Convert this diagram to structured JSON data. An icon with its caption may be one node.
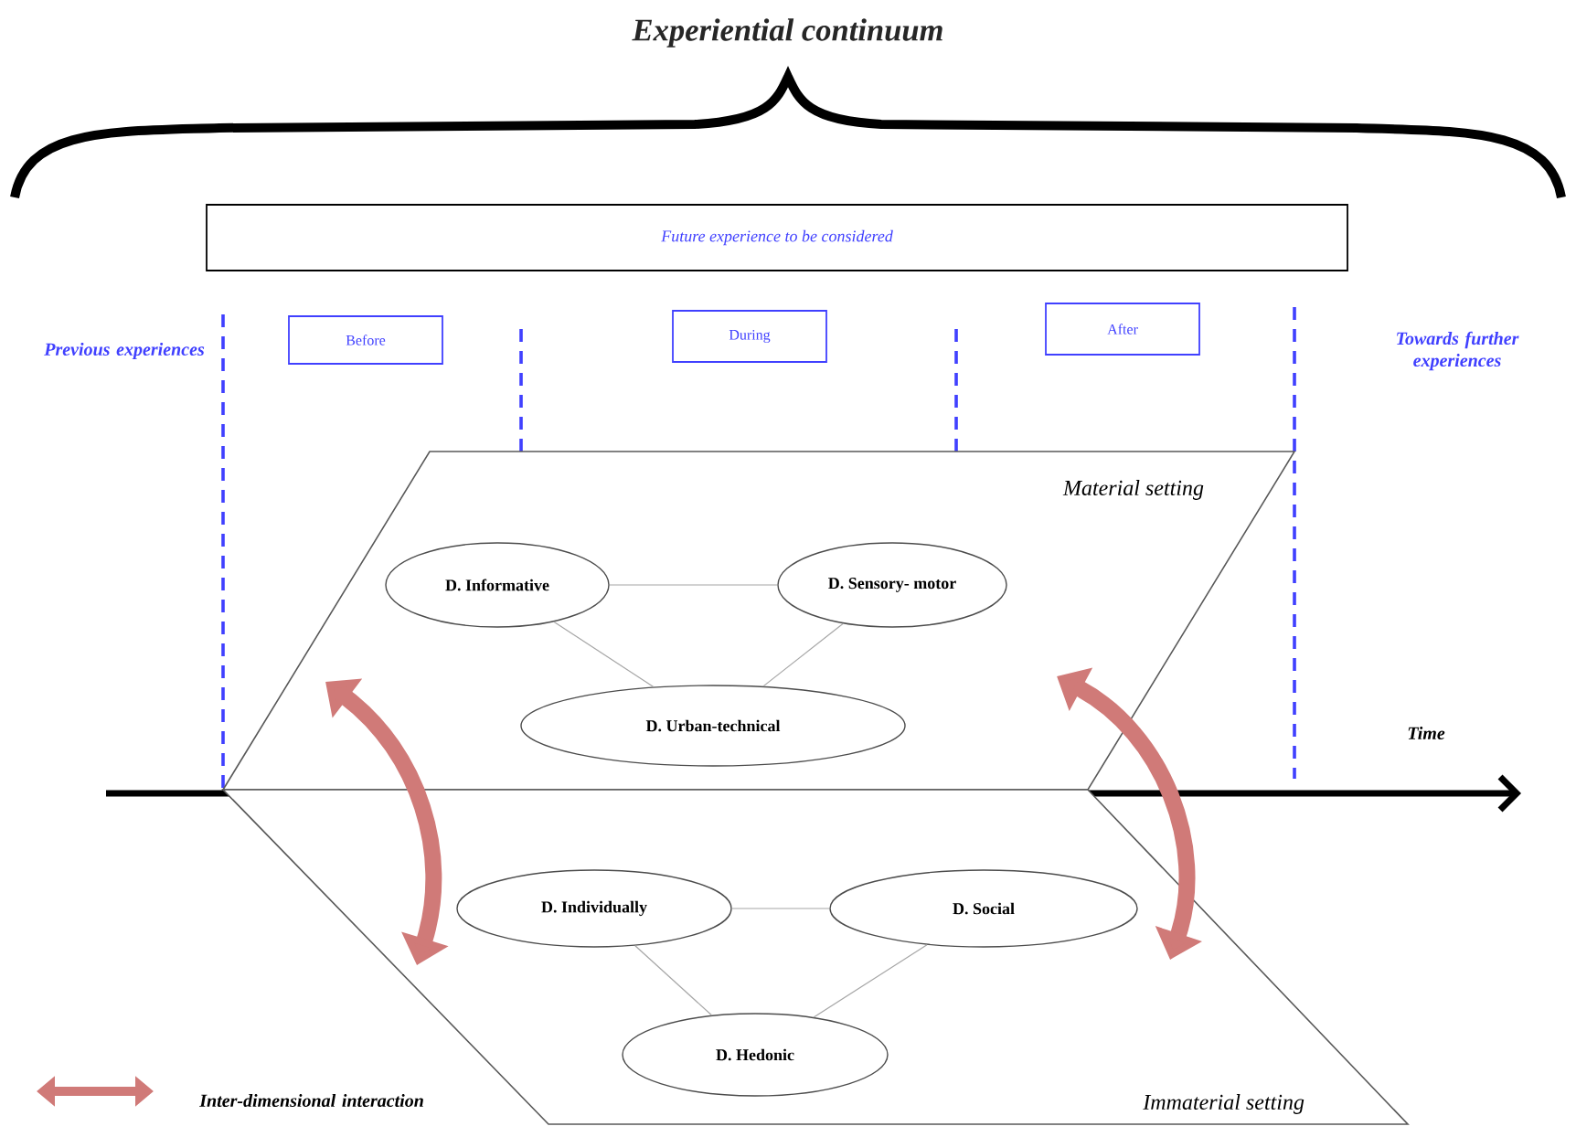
{
  "diagram": {
    "title": "Experiential continuum",
    "nodes": [
      {
        "text": [
          "Future experience to be considered"
        ]
      },
      {
        "text": [
          "Before"
        ]
      },
      {
        "text": [
          "During"
        ]
      },
      {
        "text": [
          "After"
        ]
      },
      {
        "text": [
          "Material setting"
        ]
      },
      {
        "text": [
          "D. Informative"
        ],
        "in": 4
      },
      {
        "text": [
          "D. Sensory- motor"
        ],
        "in": 4
      },
      {
        "text": [
          "D. Urban-technical"
        ],
        "in": 4
      },
      {
        "text": [
          "Immaterial setting"
        ]
      },
      {
        "text": [
          "D. Individually"
        ],
        "in": 8
      },
      {
        "text": [
          "D. Social"
        ],
        "in": 8
      },
      {
        "text": [
          "D. Hedonic"
        ],
        "in": 8
      }
    ],
    "edges": [
      {
        "from": 5,
        "to": 6,
        "arrow": "none"
      },
      {
        "from": 5,
        "to": 7,
        "arrow": "none"
      },
      {
        "from": 7,
        "to": 6,
        "arrow": "none"
      },
      {
        "from": 9,
        "to": 10,
        "arrow": "none"
      },
      {
        "from": 9,
        "to": 11,
        "arrow": "none"
      },
      {
        "from": 11,
        "to": 10,
        "arrow": "none"
      },
      {
        "from": 4,
        "to": 8,
        "arrow": "both",
        "style": "thick",
        "color": "#d07a78"
      },
      {
        "from": 4,
        "to": 8,
        "arrow": "both",
        "style": "thick",
        "color": "#d07a78"
      }
    ],
    "labels": [
      "Previous experiences",
      "Towards further experiences",
      "Time"
    ],
    "legend": [
      {
        "text": "Inter-dimensional interaction"
      }
    ]
  }
}
